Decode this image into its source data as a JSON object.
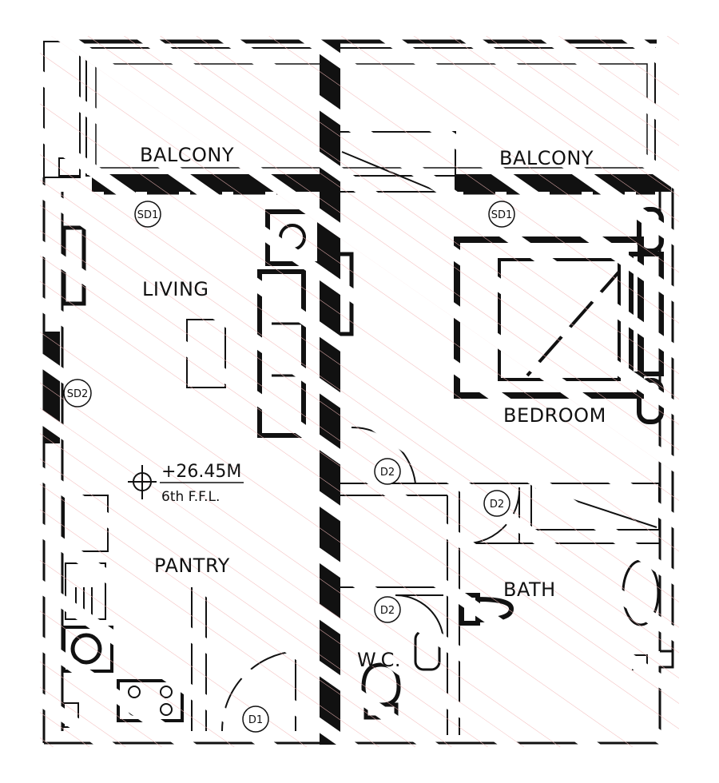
{
  "plan": {
    "rooms": {
      "balcony_left": "BALCONY",
      "balcony_right": "BALCONY",
      "living": "LIVING",
      "bedroom": "BEDROOM",
      "pantry": "PANTRY",
      "bath": "BATH",
      "wc": "W.C."
    },
    "door_tags": {
      "sd1_left": "SD1",
      "sd1_right": "SD1",
      "sd2": "SD2",
      "d1": "D1",
      "d2_bedroom": "D2",
      "d2_bath": "D2",
      "d2_wc": "D2"
    },
    "level": {
      "elevation": "+26.45M",
      "floor": "6th F.F.L."
    },
    "colors": {
      "line": "#111111",
      "hatch": "#ffffff",
      "hatch_fine": "#f2b8b8",
      "background": "#ffffff"
    }
  }
}
